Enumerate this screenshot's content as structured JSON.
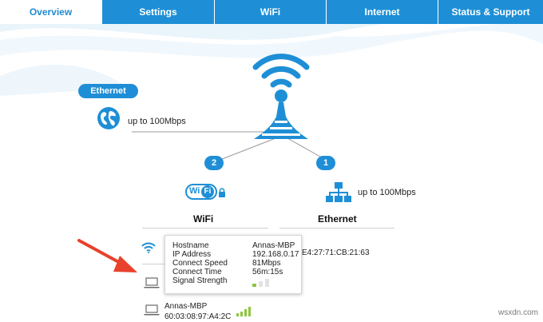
{
  "nav": {
    "tabs": [
      {
        "label": "Overview",
        "active": true
      },
      {
        "label": "Settings",
        "active": false
      },
      {
        "label": "WiFi",
        "active": false
      },
      {
        "label": "Internet",
        "active": false
      },
      {
        "label": "Status & Support",
        "active": false
      }
    ]
  },
  "diagram": {
    "ethernet_pill": "Ethernet",
    "internet_speed": "up to 100Mbps",
    "badge_wifi": "2",
    "badge_ethernet": "1",
    "wifi_logo_text": "Fi",
    "wifi_logo_prefix": "Wi",
    "lan_speed": "up to 100Mbps",
    "wifi_label": "WiFi",
    "ethernet_label": "Ethernet"
  },
  "tooltip": {
    "rows": [
      {
        "key": "Hostname",
        "value": "Annas-MBP"
      },
      {
        "key": "IP Address",
        "value": "192.168.0.17"
      },
      {
        "key": "Connect Speed",
        "value": "81Mbps"
      },
      {
        "key": "Connect Time",
        "value": "56m:15s"
      },
      {
        "key": "Signal Strength",
        "value": ""
      }
    ],
    "signal_level": 0.33
  },
  "devices": {
    "partial_mac": "E4:27:71:CB:21:63",
    "device2_name": "Annas-MBP",
    "device2_mac": "60:03:08:97:A4:2C",
    "device2_signal_level": 1.0
  },
  "watermark": "wsxdn.com",
  "colors": {
    "brand_blue": "#1e8fd6",
    "signal_green": "#8cc63f",
    "arrow_red": "#e8412c"
  }
}
